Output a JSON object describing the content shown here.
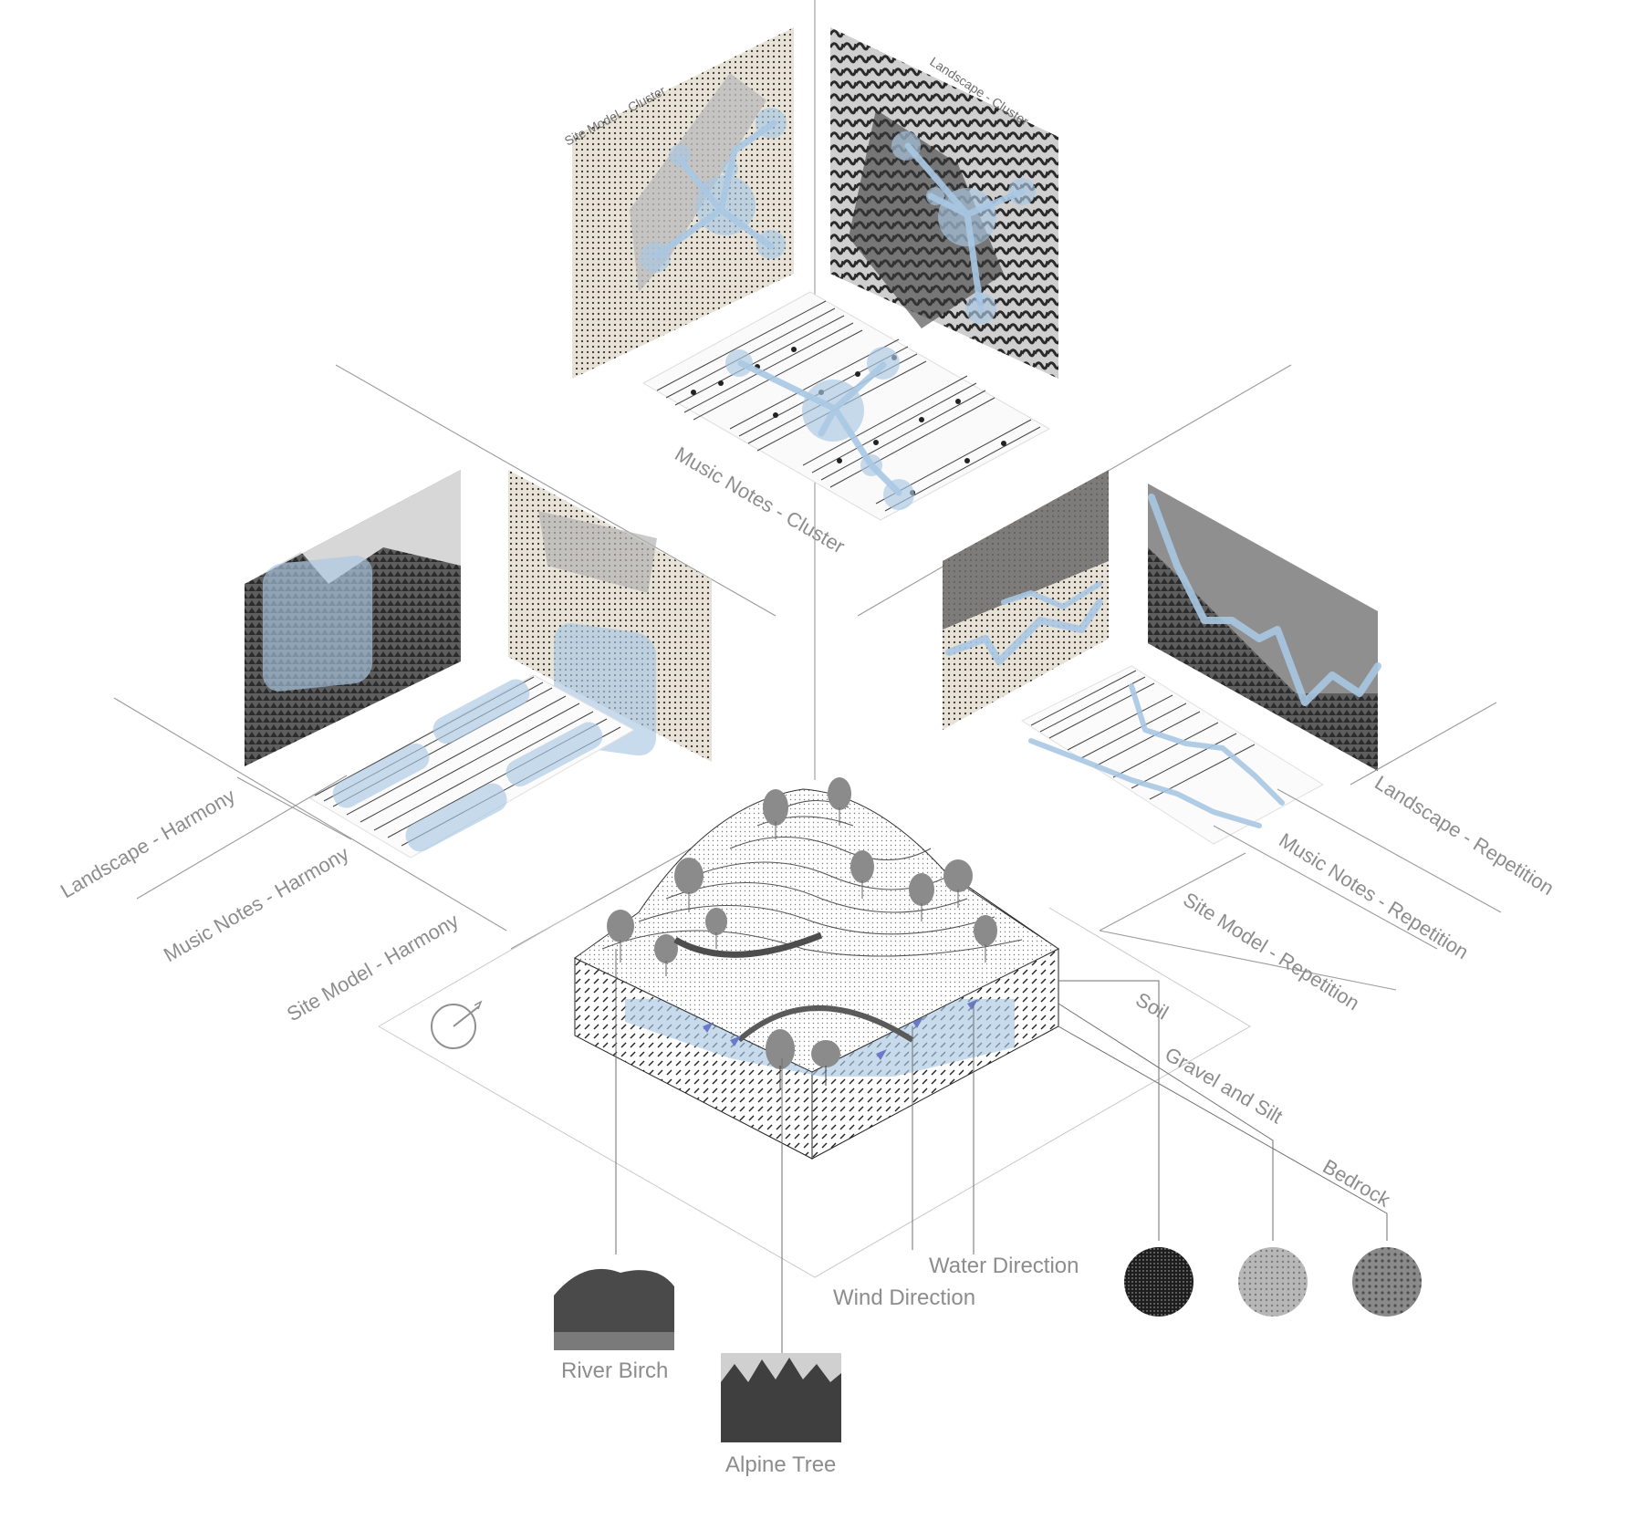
{
  "panel_labels": {
    "site_model_cluster": "Site Model - Cluster",
    "landscape_cluster": "Landscape - Cluster",
    "music_notes_cluster": "Music Notes - Cluster",
    "landscape_harmony": "Landscape - Harmony",
    "music_notes_harmony": "Music Notes - Harmony",
    "site_model_harmony": "Site Model - Harmony",
    "landscape_repetition": "Landscape - Repetition",
    "music_notes_repetition": "Music Notes - Repetition",
    "site_model_repetition": "Site Model - Repetition"
  },
  "layers": {
    "soil": "Soil",
    "gravel_and_silt": "Gravel and Silt",
    "bedrock": "Bedrock"
  },
  "legend": {
    "water_direction": "Water Direction",
    "wind_direction": "Wind Direction",
    "river_birch": "River Birch",
    "alpine_tree": "Alpine Tree"
  },
  "colors": {
    "accent_blue": "#a9c8e3",
    "line_gray": "#9a9a9a",
    "text_gray": "#8d8d8d"
  },
  "icons": [
    "north-arrow-icon"
  ]
}
